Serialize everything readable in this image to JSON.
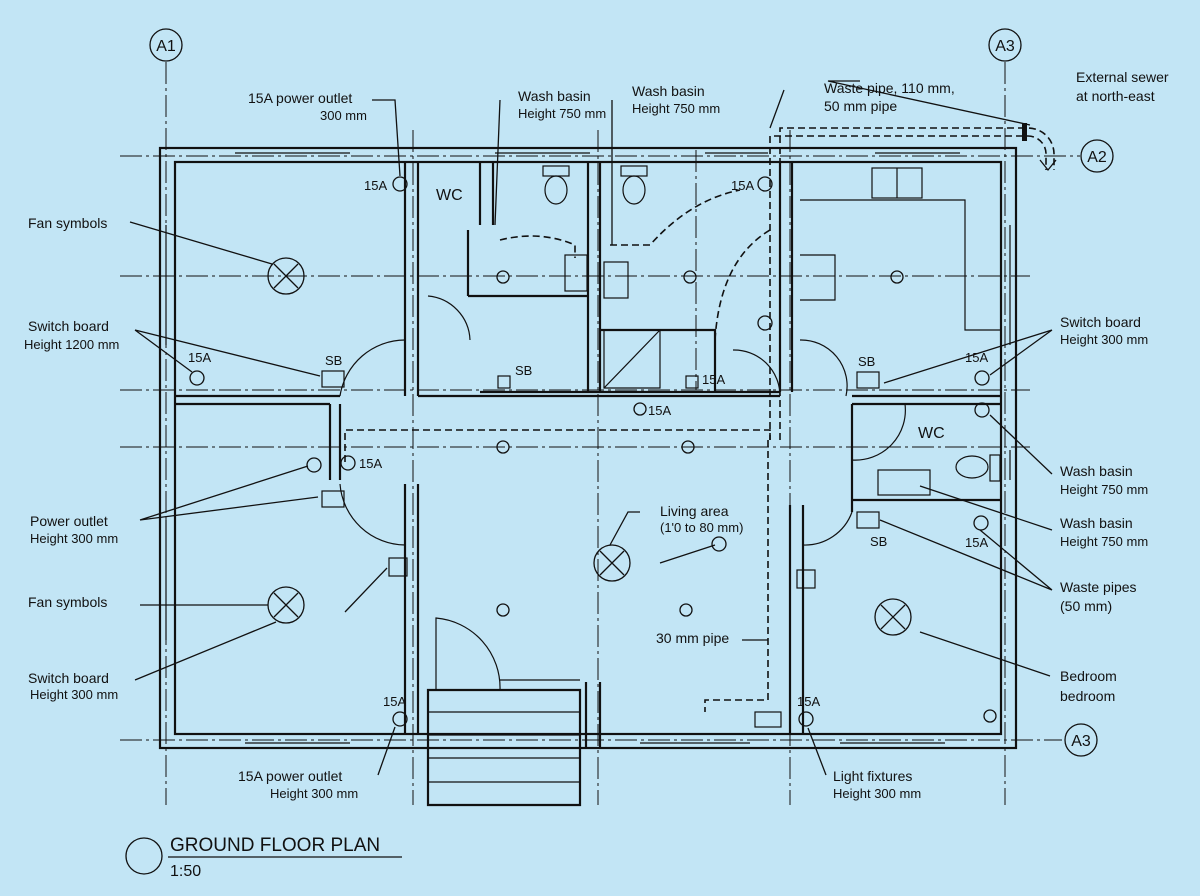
{
  "title": {
    "name": "GROUND FLOOR PLAN",
    "scale": "1:50"
  },
  "grid": {
    "a1": "A1",
    "a3_top": "A3",
    "a2": "A2",
    "a3_right": "A3"
  },
  "labels": {
    "outlet_top": "15A power outlet",
    "outlet_top_h": "300 mm",
    "basin1": "Wash basin",
    "basin1_h": "Height 750 mm",
    "basin2": "Wash basin",
    "basin2_h": "Height 750 mm",
    "waste": "Waste pipe, 110 mm,",
    "waste2": "50 mm pipe",
    "sewer": "External sewer",
    "sewer2": "at north-east",
    "fan1": "Fan symbols",
    "sb1": "Switch board",
    "sb1_h": "Height 1200 mm",
    "po": "Power outlet",
    "po_h": "Height 300 mm",
    "fan2": "Fan symbols",
    "sb2": "Switch board",
    "sb2_h": "Height 300 mm",
    "outlet_bot": "15A power outlet",
    "outlet_bot_h": "Height 300 mm",
    "light": "Light fixtures",
    "light_h": "Height 300 mm",
    "bed": "Bedroom",
    "bed2": "bedroom",
    "wp": "Waste pipes",
    "wp2": "(50 mm)",
    "basin3": "Wash basin",
    "basin3_h": "Height 750 mm",
    "basin4": "Wash basin",
    "basin4_h": "Height 750 mm",
    "sb3": "Switch board",
    "sb3_h": "Height 300 mm",
    "living": "Living area",
    "living2": "(1'0 to 80 mm)",
    "pipe30": "30 mm pipe",
    "wc1": "WC",
    "wc2": "WC"
  },
  "marks": {
    "a15": "15A",
    "sb": "SB"
  }
}
